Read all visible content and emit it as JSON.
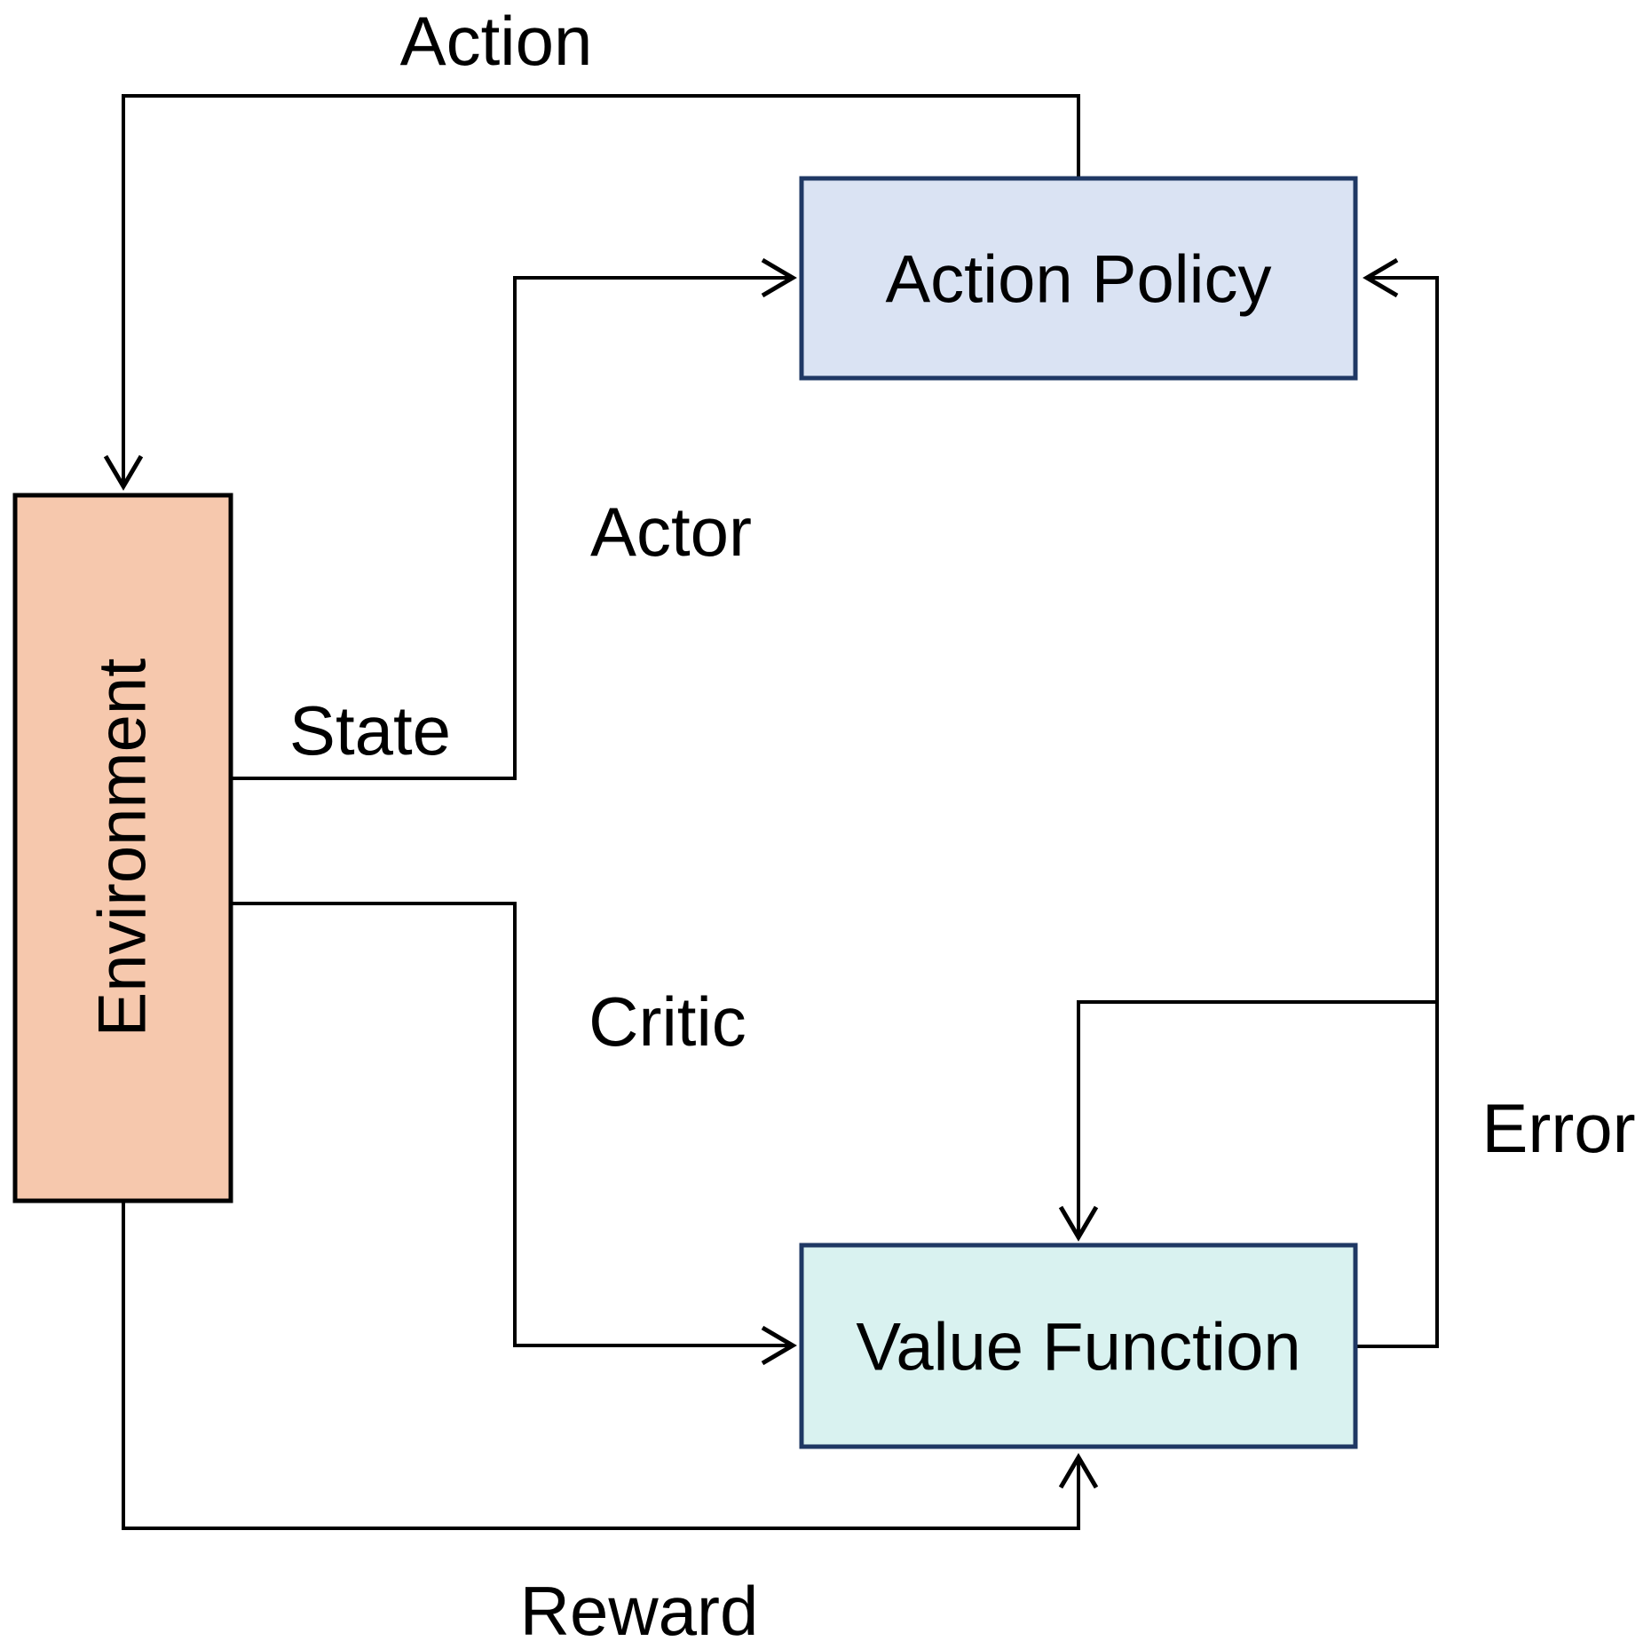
{
  "colors": {
    "background": "#ffffff",
    "line": "#000000",
    "text": "#000000",
    "dark_border": "#1f3864",
    "environment_fill": "#f6c8ad",
    "environment_border": "#000000",
    "action_policy_fill": "#dae3f3",
    "value_function_fill": "#d9f2f0"
  },
  "nodes": {
    "environment": {
      "label": "Environment"
    },
    "action_policy": {
      "label": "Action Policy"
    },
    "value_function": {
      "label": "Value Function"
    }
  },
  "edge_labels": {
    "action": "Action",
    "actor": "Actor",
    "state": "State",
    "critic": "Critic",
    "error": "Error",
    "reward": "Reward"
  }
}
